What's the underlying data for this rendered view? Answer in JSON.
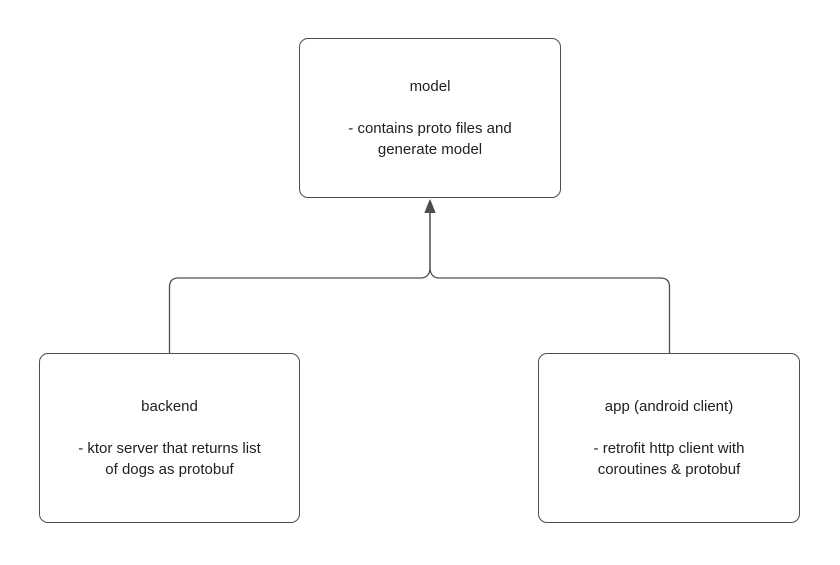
{
  "diagram": {
    "colors": {
      "stroke": "#4d4d4d",
      "text": "#212121",
      "node_fill": "#ffffff",
      "background": "#ffffff"
    },
    "nodes": {
      "model": {
        "title": "model",
        "desc_lines": [
          "- contains proto files and",
          "generate model"
        ]
      },
      "backend": {
        "title": "backend",
        "desc_lines": [
          "- ktor server that returns list",
          "of dogs as protobuf"
        ]
      },
      "app": {
        "title": "app (android client)",
        "desc_lines": [
          "- retrofit http client with",
          "coroutines & protobuf"
        ]
      }
    },
    "edges": {
      "backend_to_model": "backend → model",
      "app_to_model": "app → model"
    }
  }
}
